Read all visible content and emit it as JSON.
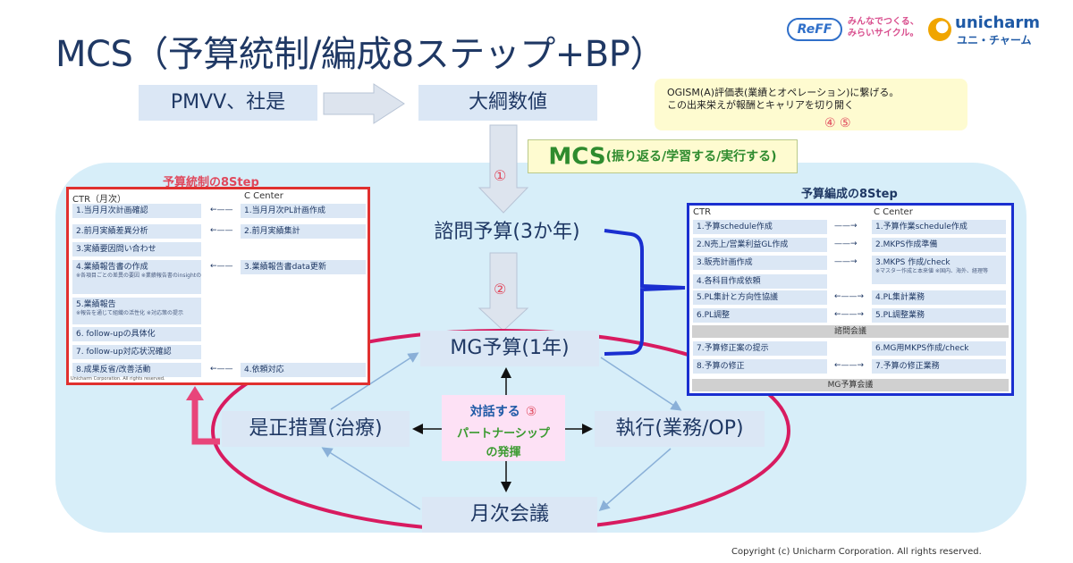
{
  "title": "MCS（予算統制/編成8ステップ+BP）",
  "logos": {
    "reff": "ReFF",
    "reff_tagline_1": "みんなでつくる、",
    "reff_tagline_2": "みらいサイクル。",
    "unicharm_en": "unicharm",
    "unicharm_jp": "ユニ・チャーム"
  },
  "top": {
    "pmvv": "PMVV、社是",
    "taiko": "大綱数値"
  },
  "note": {
    "line1": "OGISM(A)評価表(業績とオペレーション)に繋げる。",
    "line2": "この出来栄えが報酬とキャリアを切り開く",
    "nums": "④ ⑤"
  },
  "mcs": {
    "label": "MCS",
    "sub": "(振り返る/学習する/実行する)"
  },
  "nodes": {
    "shimon": "諮問予算(3か年)",
    "mg": "MG予算(1年)",
    "zesei": "是正措置(治療)",
    "shikko": "執行(業務/OP)",
    "getsuji": "月次会議"
  },
  "nums": {
    "n1": "①",
    "n2": "②",
    "n3": "③"
  },
  "partner": {
    "l1": "対話する",
    "l2": "パートナーシップ",
    "l3": "の発揮"
  },
  "left_panel": {
    "title": "予算統制の8Step",
    "head_ctr": "CTR（月次）",
    "head_cc": "C Center",
    "rows": [
      {
        "ctr": "1.当月月次計画確認",
        "cc": "1.当月月次PL計画作成"
      },
      {
        "ctr": "2.前月実績差異分析",
        "cc": "2.前月実績集計"
      },
      {
        "ctr": "3.実績要因問い合わせ",
        "cc": ""
      },
      {
        "ctr": "4.業績報告書の作成",
        "cc": "3.業績報告書data更新",
        "sub": "※各項目ごとの差異の要因 ※業績報告書のinsightの作成 ※一般化をeconomyで考える"
      },
      {
        "ctr": "5.業績報告",
        "cc": "",
        "sub": "※報告を通じて組織の活性化 ※対応策の提示"
      },
      {
        "ctr": "6. follow-upの具体化",
        "cc": ""
      },
      {
        "ctr": "7. follow-up対応状況確認",
        "cc": ""
      },
      {
        "ctr": "8.成果反省/改善活動",
        "cc": "4.依頼対応"
      }
    ],
    "copyright": "Unicharm Corporation. All rights reserved."
  },
  "right_panel": {
    "title": "予算編成の8Step",
    "head_ctr": "CTR",
    "head_cc": "C Center",
    "rows": [
      {
        "ctr": "1.予算schedule作成",
        "cc": "1.予算作業schedule作成"
      },
      {
        "ctr": "2.N売上/営業利益GL作成",
        "cc": "2.MKPS作成準備"
      },
      {
        "ctr": "3.販売計画作成",
        "cc": "3.MKPS 作成/check",
        "sub": "※マスター作成と本来値 ※国内、海外、経理等"
      },
      {
        "ctr": "4.各科目作成依頼",
        "cc": ""
      },
      {
        "ctr": "5.PL集計と方向性協議",
        "cc": "4.PL集計業務"
      },
      {
        "ctr": "6.PL調整",
        "cc": "5.PL調整業務"
      }
    ],
    "band1": "諮問会議",
    "rows2": [
      {
        "ctr": "7.予算修正案の提示",
        "cc": "6.MG用MKPS作成/check"
      },
      {
        "ctr": "8.予算の修正",
        "cc": "7.予算の修正業務"
      }
    ],
    "band2": "MG予算会議"
  },
  "copyright": "Copyright (c) Unicharm Corporation. All rights reserved."
}
